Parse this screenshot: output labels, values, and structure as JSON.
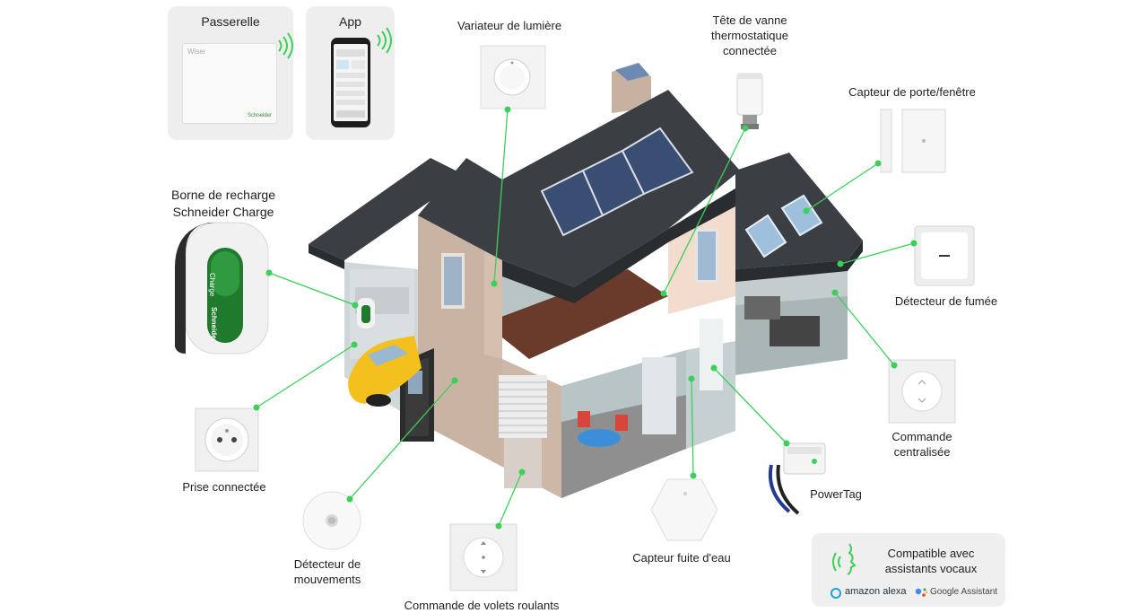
{
  "cards": {
    "gateway_title": "Passerelle",
    "gateway_device_text": "Wiser",
    "gateway_brand": "Schneider",
    "app_title": "App"
  },
  "labels": {
    "dimmer": "Variateur de lumière",
    "trv_line1": "Tête de vanne",
    "trv_line2": "thermostatique",
    "trv_line3": "connectée",
    "door_sensor": "Capteur de porte/fenêtre",
    "charger_line1": "Borne de recharge",
    "charger_line2": "Schneider Charge",
    "smoke": "Détecteur de fumée",
    "socket": "Prise connectée",
    "central_line1": "Commande",
    "central_line2": "centralisée",
    "powertag": "PowerTag",
    "motion_line1": "Détecteur de",
    "motion_line2": "mouvements",
    "water": "Capteur fuite d'eau",
    "shutter": "Commande de volets roulants"
  },
  "charger": {
    "brand": "Schneider",
    "model": "Charge"
  },
  "voice": {
    "title_line1": "Compatible avec",
    "title_line2": "assistants vocaux",
    "alexa": "amazon alexa",
    "google": "Google Assistant"
  },
  "colors": {
    "connector": "#3ccf5a",
    "roof": "#3b3f44",
    "wall": "#c9b3a3",
    "card_bg": "#eeeeee",
    "charger_green": "#1f7a2e"
  }
}
